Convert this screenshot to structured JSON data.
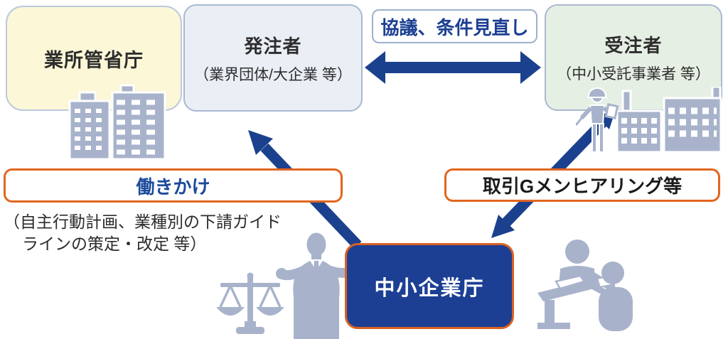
{
  "nodes": {
    "ministry": {
      "label": "業所管省庁"
    },
    "orderer": {
      "title": "発注者",
      "subtitle": "（業界団体/大企業 等）"
    },
    "contractor": {
      "title": "受注者",
      "subtitle": "（中小受託事業者 等）"
    },
    "agency": {
      "label": "中小企業庁"
    }
  },
  "labels": {
    "negotiation": "協議、条件見直し",
    "outreach": "働きかけ",
    "outreach_note_line1": "（自主行動計画、業種別の下請ガイド",
    "outreach_note_line2": "ラインの策定・改定 等）",
    "hearing": "取引Gメンヒアリング等"
  },
  "icons": {
    "ministry": "office-buildings-icon",
    "contractor": "worker-and-factory-icon",
    "agency_left": "scales-icon",
    "agency_center": "businessman-icon",
    "agency_right": "interview-desk-icon"
  },
  "colors": {
    "arrow_navy": "#1b418e",
    "agency_fill": "#1c3f94",
    "accent_orange": "#e2661f",
    "ministry_fill": "#fbf7d7",
    "orderer_fill": "#eaeef5",
    "contractor_fill": "#e6efe4",
    "node_border": "#a9b8d2",
    "label_blue": "#1b3f92",
    "icon_gray": "#a8b3cb"
  }
}
